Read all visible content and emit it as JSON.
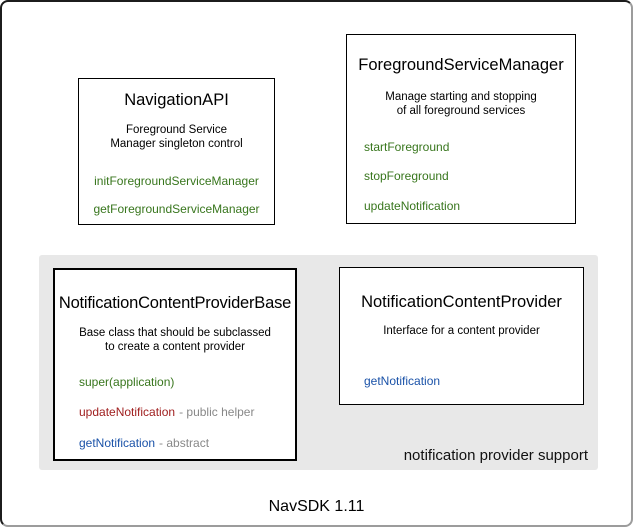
{
  "canvas_label": "NavSDK 1.11",
  "boxes": {
    "navigation_api": {
      "title": "NavigationAPI",
      "description_lines": [
        "Foreground Service",
        "Manager singleton control"
      ],
      "methods": [
        {
          "name": "initForegroundServiceManager"
        },
        {
          "name": "getForegroundServiceManager"
        }
      ]
    },
    "foreground_service_manager": {
      "title": "ForegroundServiceManager",
      "description_lines": [
        "Manage starting and stopping",
        "of all foreground services"
      ],
      "methods": [
        {
          "name": "startForeground"
        },
        {
          "name": "stopForeground"
        },
        {
          "name": "updateNotification"
        }
      ]
    },
    "notification_content_provider_base": {
      "title": "NotificationContentProviderBase",
      "description_lines": [
        "Base class that should be subclassed",
        "to create a content provider"
      ],
      "methods": [
        {
          "name": "super(application)"
        },
        {
          "name": "updateNotification",
          "note": "- public helper"
        },
        {
          "name": "getNotification",
          "note": "- abstract"
        }
      ]
    },
    "notification_content_provider": {
      "title": "NotificationContentProvider",
      "description_lines": [
        "Interface for a content provider"
      ],
      "methods": [
        {
          "name": "getNotification"
        }
      ]
    }
  },
  "group": {
    "label": "notification provider support"
  },
  "colors": {
    "method_green": "#38761d",
    "method_red": "#a02020",
    "method_blue": "#1a52a8",
    "note_gray": "#888888",
    "group_background": "#e8e8e8"
  }
}
